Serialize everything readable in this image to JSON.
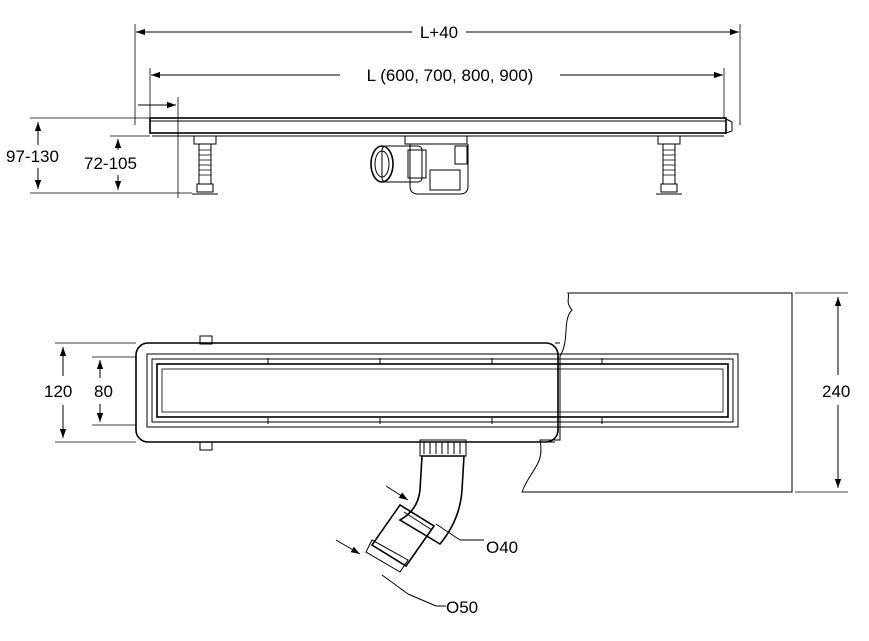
{
  "dimensions": {
    "overall_length": "L+40",
    "channel_length": "L (600, 700, 800, 900)",
    "height_total": "97-130",
    "height_adjust": "72-105",
    "width_outer": "120",
    "width_inner": "80",
    "wall_depth": "240",
    "outlet_inner": "O40",
    "outlet_outer": "O50"
  }
}
